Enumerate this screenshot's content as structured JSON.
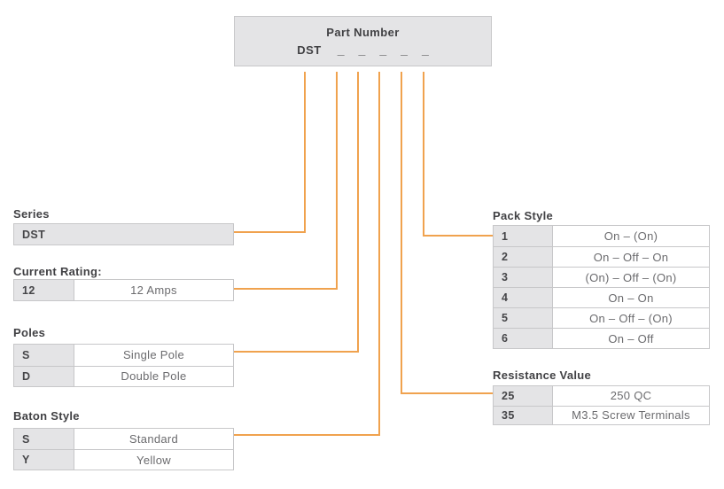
{
  "part_number": {
    "title": "Part Number",
    "prefix": "DST",
    "blanks": [
      "_",
      "_",
      "_",
      "_",
      "_"
    ]
  },
  "sections": {
    "series": {
      "label": "Series",
      "rows": [
        {
          "code": "DST"
        }
      ]
    },
    "current_rating": {
      "label": "Current Rating:",
      "rows": [
        {
          "code": "12",
          "value": "12 Amps"
        }
      ]
    },
    "poles": {
      "label": "Poles",
      "rows": [
        {
          "code": "S",
          "value": "Single Pole"
        },
        {
          "code": "D",
          "value": "Double Pole"
        }
      ]
    },
    "baton_style": {
      "label": "Baton Style",
      "rows": [
        {
          "code": "S",
          "value": "Standard"
        },
        {
          "code": "Y",
          "value": "Yellow"
        }
      ]
    },
    "pack_style": {
      "label": "Pack Style",
      "rows": [
        {
          "code": "1",
          "value": "On – (On)"
        },
        {
          "code": "2",
          "value": "On – Off – On"
        },
        {
          "code": "3",
          "value": "(On) – Off – (On)"
        },
        {
          "code": "4",
          "value": "On – On"
        },
        {
          "code": "5",
          "value": "On – Off – (On)"
        },
        {
          "code": "6",
          "value": "On – Off"
        }
      ]
    },
    "resistance_value": {
      "label": "Resistance Value",
      "rows": [
        {
          "code": "25",
          "value": "250 QC"
        },
        {
          "code": "35",
          "value": "M3.5 Screw Terminals"
        }
      ]
    }
  },
  "colors": {
    "accent_orange": "#F0A24E",
    "cell_gray": "#E4E4E6",
    "border_gray": "#C7C7C9",
    "label_text": "#414144",
    "value_text": "#6B6B6E"
  }
}
